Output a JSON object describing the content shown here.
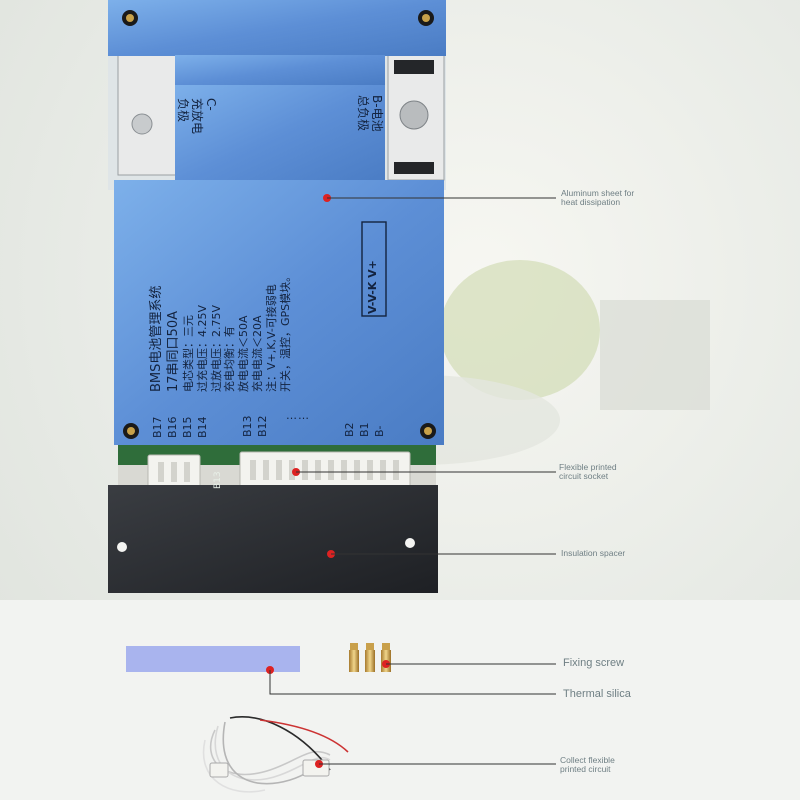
{
  "callouts": {
    "aluminum": [
      "Aluminum sheet for",
      "heat dissipation"
    ],
    "socket": [
      "Flexible printed",
      "circuit socket"
    ],
    "spacer": "Insulation spacer",
    "screw": "Fixing screw",
    "silica": "Thermal silica",
    "collect": [
      "Collect flexible",
      "printed circuit"
    ]
  },
  "board": {
    "left_label": [
      "C-",
      "充放电",
      "负极"
    ],
    "right_label": [
      "B-电池",
      "总负极"
    ],
    "spec_lines": [
      "BMS电池管理系统",
      "17串同口50A",
      "电芯类型：三元",
      "过充电压：4.25V",
      "过放电压：2.75V",
      "充电均衡：有",
      "放电电流＜50A",
      "充电电流＜20A",
      "注：V+,K,V-可接弱电",
      "开关，温控，GPS模块。"
    ],
    "vk_label": "V-V-K V+",
    "b_top": [
      "B17",
      "B16",
      "B15",
      "B14"
    ],
    "b_bottom": [
      "B13",
      "B12",
      "……",
      "B2",
      "B1",
      "B-"
    ],
    "b13_small": "B13"
  },
  "colors": {
    "plate_blue": "#5d8fd6",
    "plate_blue_light": "#7db0ea",
    "pcb_green": "#2f6d3a",
    "spacer_dark": "#2a2c30",
    "silica_blue": "#a9b4ee",
    "callout_text": "#6f7f84"
  }
}
